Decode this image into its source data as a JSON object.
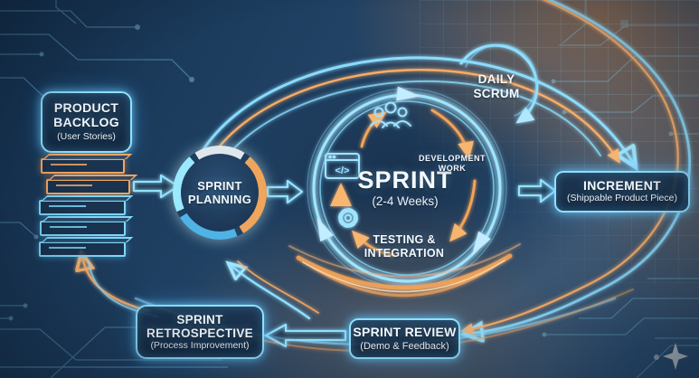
{
  "nodes": {
    "product_backlog": {
      "line1": "PRODUCT",
      "line2": "BACKLOG",
      "subtitle": "(User Stories)"
    },
    "sprint_planning": {
      "line1": "SPRINT",
      "line2": "PLANNING"
    },
    "sprint": {
      "title": "SPRINT",
      "subtitle": "(2-4 Weeks)"
    },
    "daily_scrum": {
      "line1": "DAILY",
      "line2": "SCRUM"
    },
    "development_work": {
      "line1": "DEVELOPMENT",
      "line2": "WORK"
    },
    "testing_integration": {
      "line1": "TESTING &",
      "line2": "INTEGRATION"
    },
    "increment": {
      "title": "INCREMENT",
      "subtitle": "(Shippable Product Piece)"
    },
    "sprint_review": {
      "title": "SPRINT REVIEW",
      "subtitle": "(Demo & Feedback)"
    },
    "sprint_retrospective": {
      "line1": "SPRINT",
      "line2": "RETROSPECTIVE",
      "subtitle": "(Process Improvement)"
    }
  },
  "icons": {
    "team": "team-icon",
    "code_window": "code-window-icon",
    "code_glyph": "</>",
    "gear": "gear-icon",
    "sparkle": "sparkle-logo"
  },
  "colors": {
    "cyan_neon": "#8fe0ff",
    "orange_neon": "#f5a55f",
    "background_blue": "#26486c",
    "text_white": "#f4f9ff"
  }
}
